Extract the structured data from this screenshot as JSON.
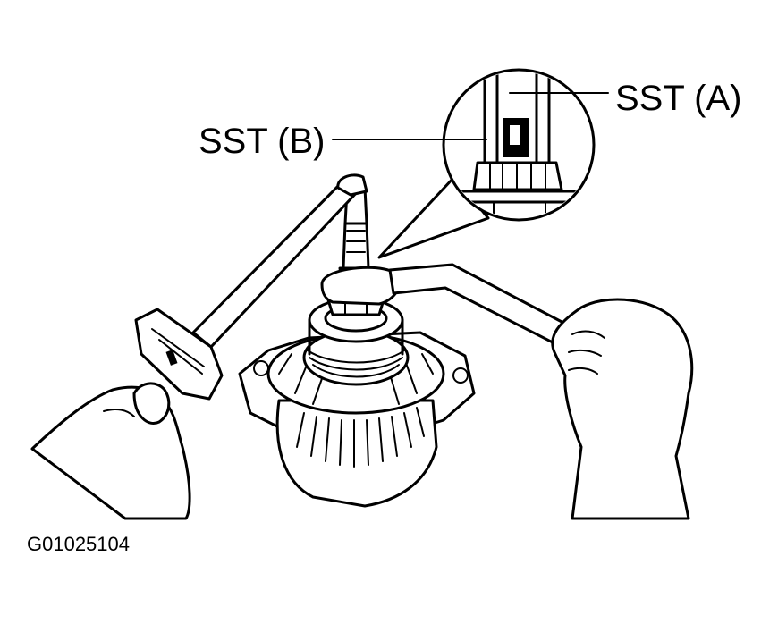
{
  "labels": {
    "sst_a": "SST (A)",
    "sst_b": "SST (B)",
    "figure_code": "G01025104"
  },
  "colors": {
    "ink": "#000000",
    "paper": "#ffffff"
  }
}
